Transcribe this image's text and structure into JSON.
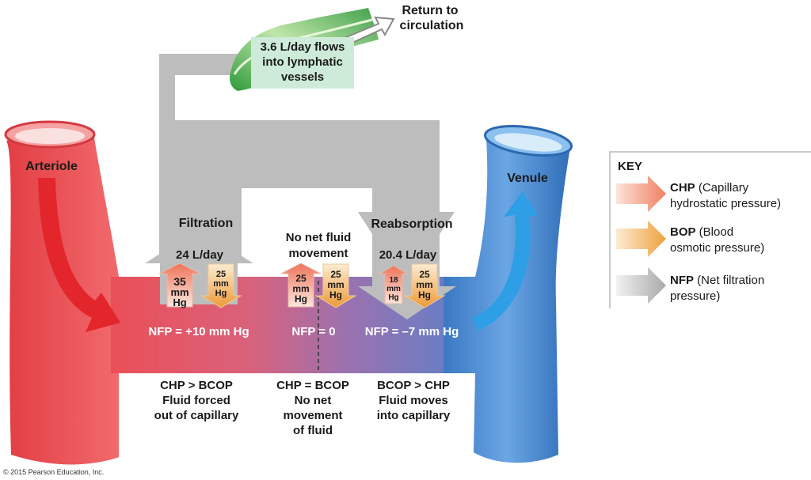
{
  "lymph": {
    "return_line1": "Return to",
    "return_line2": "circulation",
    "box_line1": "3.6 L/day flows",
    "box_line2": "into lymphatic",
    "box_line3": "vessels"
  },
  "vessels": {
    "arteriole": "Arteriole",
    "venule": "Venule"
  },
  "zones": {
    "filtration": {
      "title": "Filtration",
      "rate": "24 L/day",
      "chp_value": "35",
      "chp_unit1": "mm",
      "chp_unit2": "Hg",
      "bcop_value": "25",
      "bcop_unit1": "mm",
      "bcop_unit2": "Hg",
      "nfp": "NFP = +10 mm Hg",
      "desc1": "CHP > BCOP",
      "desc2": "Fluid forced",
      "desc3": "out of capillary"
    },
    "middle": {
      "title1": "No net fluid",
      "title2": "movement",
      "chp_value": "25",
      "chp_unit1": "mm",
      "chp_unit2": "Hg",
      "bcop_value": "25",
      "bcop_unit1": "mm",
      "bcop_unit2": "Hg",
      "nfp": "NFP = 0",
      "desc1": "CHP = BCOP",
      "desc2": "No net",
      "desc3": "movement",
      "desc4": "of fluid"
    },
    "reabsorption": {
      "title": "Reabsorption",
      "rate": "20.4 L/day",
      "chp_value": "18",
      "chp_unit1": "mm",
      "chp_unit2": "Hg",
      "bcop_value": "25",
      "bcop_unit1": "mm",
      "bcop_unit2": "Hg",
      "nfp": "NFP = –7 mm Hg",
      "desc1": "BCOP > CHP",
      "desc2": "Fluid moves",
      "desc3": "into capillary"
    }
  },
  "key": {
    "title": "KEY",
    "chp_abbr": "CHP",
    "chp_rest": " (Capillary",
    "chp_line2": "hydrostatic pressure)",
    "bop_abbr": "BOP",
    "bop_rest": " (Blood",
    "bop_line2": "osmotic pressure)",
    "nfp_abbr": "NFP",
    "nfp_rest": " (Net filtration",
    "nfp_line2": "pressure)"
  },
  "copyright": "© 2015 Pearson Education, Inc.",
  "colors": {
    "arteriole": "#e8474c",
    "venule": "#3f86d0",
    "gray_arrow": "#bdbdbd",
    "chp": "#f08a6a",
    "bcop": "#f0a84a",
    "lymph_box": "#cdebd8"
  }
}
